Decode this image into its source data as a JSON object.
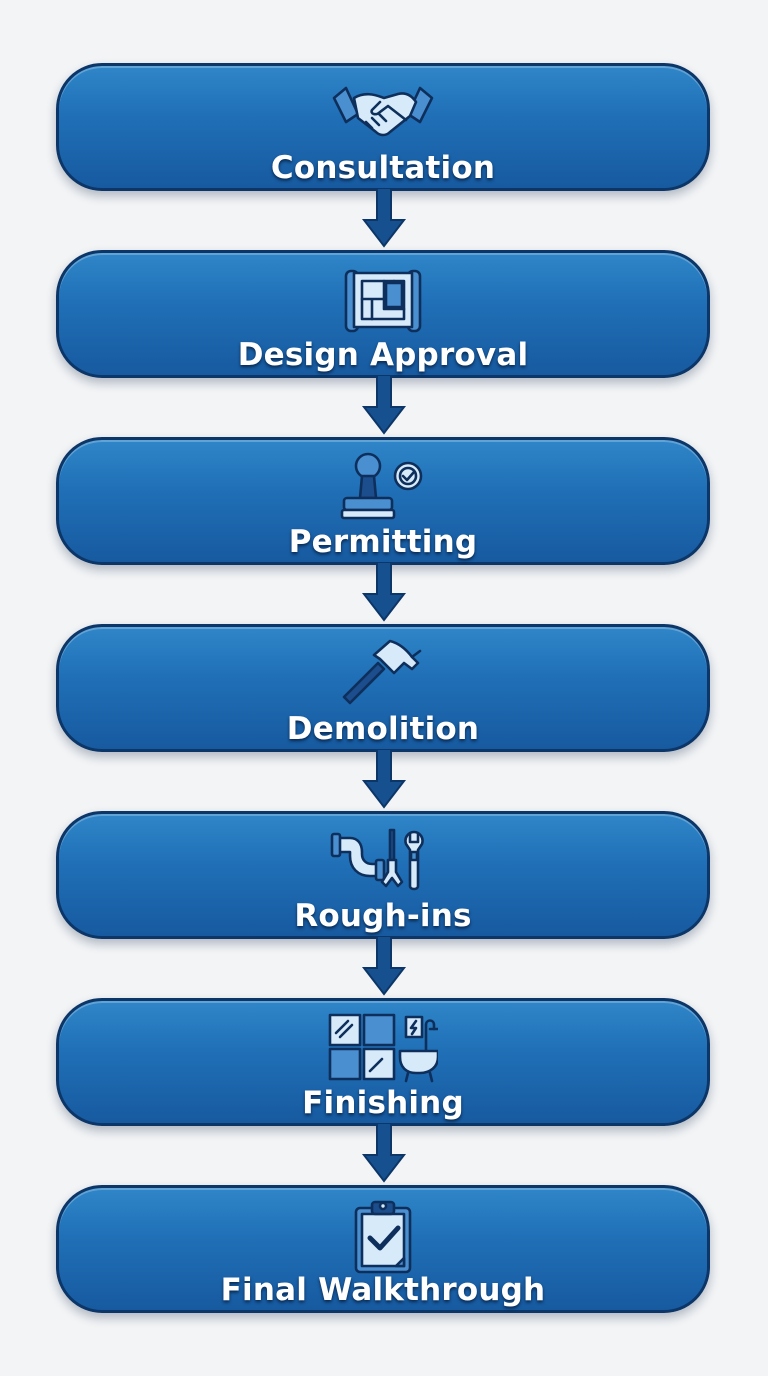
{
  "steps": [
    {
      "label": "Consultation",
      "icon": "handshake-icon"
    },
    {
      "label": "Design Approval",
      "icon": "blueprint-icon"
    },
    {
      "label": "Permitting",
      "icon": "approval-stamp-icon"
    },
    {
      "label": "Demolition",
      "icon": "hammer-icon"
    },
    {
      "label": "Rough-ins",
      "icon": "plumbing-tools-icon"
    },
    {
      "label": "Finishing",
      "icon": "tile-and-bathtub-icon"
    },
    {
      "label": "Final Walkthrough",
      "icon": "checklist-clipboard-icon"
    }
  ],
  "colors": {
    "box_top": "#2f86c8",
    "box_bottom": "#175aa0",
    "border": "#0c3668",
    "arrow": "#17508f",
    "label": "#ffffff",
    "background": "#f2f4f6"
  }
}
